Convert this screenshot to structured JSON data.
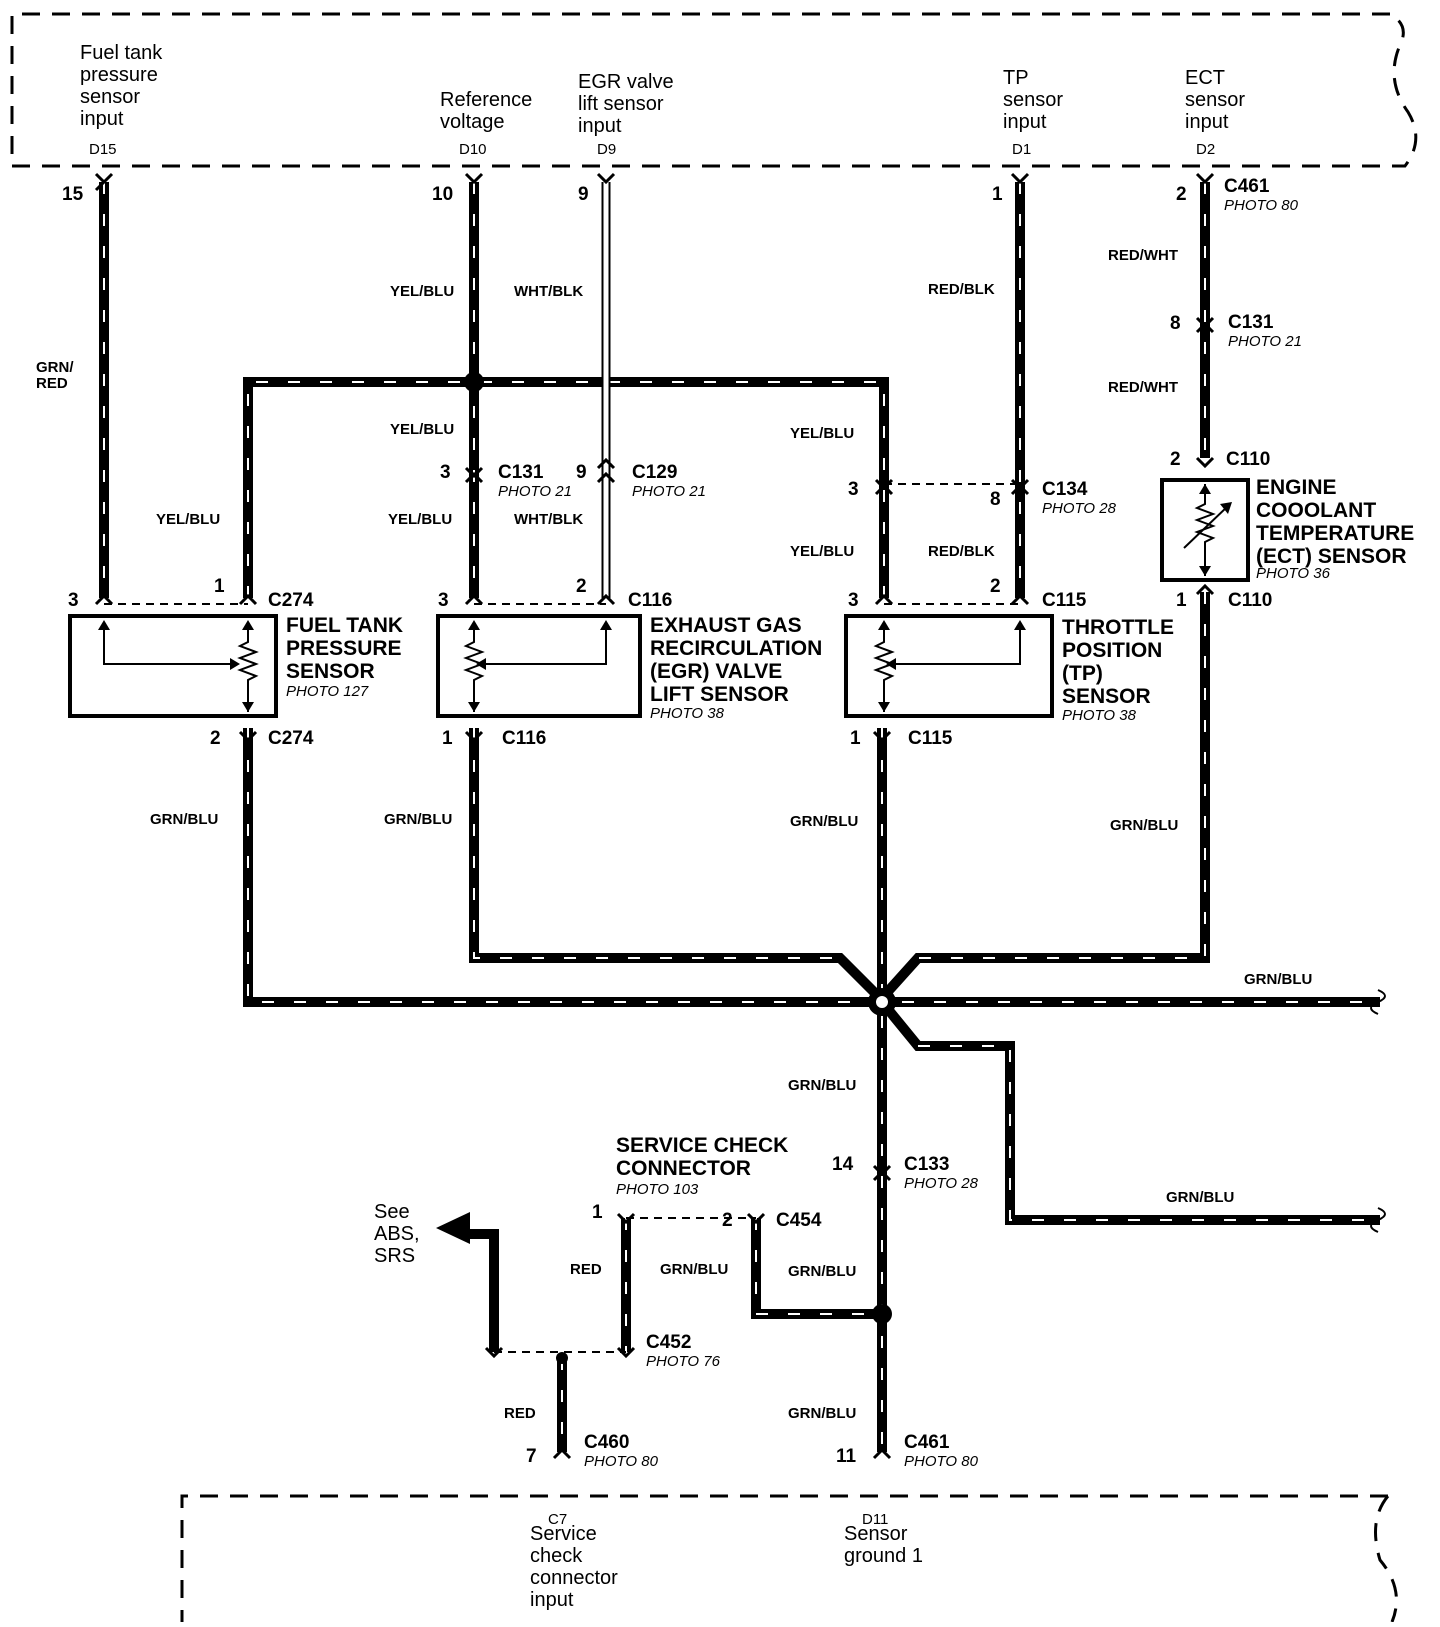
{
  "ecm": {
    "top_inputs": [
      {
        "name": "Fuel tank\npressure\nsensor\ninput",
        "pin": "D15"
      },
      {
        "name": "Reference\nvoltage",
        "pin": "D10"
      },
      {
        "name": "EGR valve\nlift sensor\ninput",
        "pin": "D9"
      },
      {
        "name": "TP\nsensor\ninput",
        "pin": "D1"
      },
      {
        "name": "ECT\nsensor\ninput",
        "pin": "D2"
      }
    ],
    "bottom_inputs": [
      {
        "name": "Service\ncheck\nconnector\ninput",
        "pin": "C7"
      },
      {
        "name": "Sensor\nground 1",
        "pin": "D11"
      }
    ]
  },
  "components": {
    "fuel_tank": {
      "name": "FUEL TANK\nPRESSURE\nSENSOR",
      "photo": "PHOTO 127"
    },
    "egr": {
      "name": "EXHAUST GAS\nRECIRCULATION\n(EGR) VALVE\nLIFT SENSOR",
      "photo": "PHOTO 38"
    },
    "tp": {
      "name": "THROTTLE\nPOSITION\n(TP)\nSENSOR",
      "photo": "PHOTO 38"
    },
    "ect": {
      "name": "ENGINE\nCOOOLANT\nTEMPERATURE\n(ECT) SENSOR",
      "photo": "PHOTO 36"
    },
    "scc": {
      "name": "SERVICE CHECK\nCONNECTOR",
      "photo": "PHOTO 103"
    }
  },
  "connectors": {
    "c461_top": {
      "id": "C461",
      "photo": "PHOTO 80"
    },
    "c131_ect": {
      "id": "C131",
      "photo": "PHOTO 21"
    },
    "c110_top": {
      "id": "C110"
    },
    "c110_bot": {
      "id": "C110"
    },
    "c131_ref": {
      "id": "C131",
      "photo": "PHOTO 21"
    },
    "c129": {
      "id": "C129",
      "photo": "PHOTO 21"
    },
    "c134": {
      "id": "C134",
      "photo": "PHOTO 28"
    },
    "c274_top": {
      "id": "C274"
    },
    "c274_bot": {
      "id": "C274"
    },
    "c116_top": {
      "id": "C116"
    },
    "c116_bot": {
      "id": "C116"
    },
    "c115_top": {
      "id": "C115"
    },
    "c115_bot": {
      "id": "C115"
    },
    "c133": {
      "id": "C133",
      "photo": "PHOTO 28"
    },
    "c454": {
      "id": "C454"
    },
    "c452": {
      "id": "C452",
      "photo": "PHOTO 76"
    },
    "c460": {
      "id": "C460",
      "photo": "PHOTO 80"
    },
    "c461_bot": {
      "id": "C461",
      "photo": "PHOTO 80"
    }
  },
  "pins": {
    "p15": "15",
    "p10": "10",
    "p9": "9",
    "p1": "1",
    "p2": "2",
    "p8_ect": "8",
    "p2_ect": "2",
    "p1_ect": "1",
    "p3_ref": "3",
    "p9_c129": "9",
    "p3_c134": "3",
    "p8_c134": "8",
    "p3_ft": "3",
    "p1_ft": "1",
    "p3_egr": "3",
    "p2_egr": "2",
    "p3_tp": "3",
    "p2_tp": "2",
    "p2_ft": "2",
    "p1_egr": "1",
    "p1_tp": "1",
    "p14": "14",
    "p1_scc": "1",
    "p2_scc": "2",
    "p7": "7",
    "p11": "11"
  },
  "wires": {
    "grn_red": "GRN/\nRED",
    "yel_blu_1": "YEL/BLU",
    "wht_blk_1": "WHT/BLK",
    "red_blk_1": "RED/BLK",
    "red_wht_1": "RED/WHT",
    "red_wht_2": "RED/WHT",
    "yel_blu_2": "YEL/BLU",
    "yel_blu_3": "YEL/BLU",
    "yel_blu_4": "YEL/BLU",
    "yel_blu_5": "YEL/BLU",
    "yel_blu_6": "YEL/BLU",
    "wht_blk_2": "WHT/BLK",
    "red_blk_2": "RED/BLK",
    "grn_blu_ft": "GRN/BLU",
    "grn_blu_egr": "GRN/BLU",
    "grn_blu_tp": "GRN/BLU",
    "grn_blu_ect": "GRN/BLU",
    "grn_blu_out1": "GRN/BLU",
    "grn_blu_down": "GRN/BLU",
    "grn_blu_out2": "GRN/BLU",
    "grn_blu_scc": "GRN/BLU",
    "grn_blu_c133": "GRN/BLU",
    "grn_blu_bot": "GRN/BLU",
    "red_scc": "RED",
    "red_c460": "RED"
  },
  "see_note": "See\nABS,\nSRS"
}
